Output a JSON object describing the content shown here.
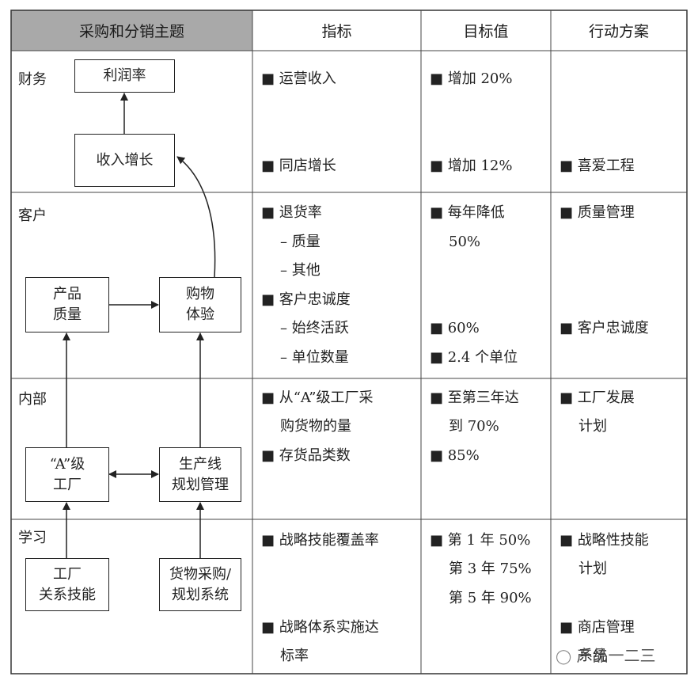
{
  "headers": [
    "采购和分销主题",
    "指标",
    "目标值",
    "行动方案"
  ],
  "sections": [
    {
      "label": "财务",
      "indicators": [
        "■ 运营收入",
        "■ 同店增长"
      ],
      "targets": [
        "■ 增加 20%",
        "■ 增加 12%"
      ],
      "actions": [
        "■  喜爱工程"
      ]
    },
    {
      "label": "客户",
      "indicators": [
        "■ 退货率",
        "– 质量",
        "– 其他",
        "■ 客户忠诚度",
        "– 始终活跃",
        "– 单位数量"
      ],
      "targets": [
        "■ 每年降低",
        "50%",
        "■ 60%",
        "■ 2.4 个单位"
      ],
      "actions": [
        "■  质量管理",
        "■  客户忠诚度"
      ]
    },
    {
      "label": "内部",
      "indicators": [
        "■  从“A”级工厂采",
        "购货物的量",
        "■ 存货品类数"
      ],
      "targets": [
        "■  至第三年达",
        "到 70%",
        "■ 85%"
      ],
      "actions": [
        "■  工厂发展",
        "计划"
      ]
    },
    {
      "label": "学习",
      "indicators": [
        "■ 战略技能覆盖率",
        "■  战略体系实施达",
        "标率"
      ],
      "targets": [
        "■  第 1 年 50%",
        "第 3 年 75%",
        "第 5 年 90%"
      ],
      "actions": [
        "■  战略性技能",
        "计划",
        "■  商店管理",
        "系统"
      ]
    }
  ],
  "boxes": {
    "profit": [
      "利润率"
    ],
    "revenue": [
      "收入增长"
    ],
    "quality": [
      "产品",
      "质量"
    ],
    "shopping": [
      "购物",
      "体验"
    ],
    "factory": [
      "“A”级",
      "工厂"
    ],
    "planning": [
      "生产线",
      "规划管理"
    ],
    "skills": [
      "工厂",
      "关系技能"
    ],
    "system": [
      "货物采购/",
      "规划系统"
    ]
  },
  "watermark": "产品一二三"
}
